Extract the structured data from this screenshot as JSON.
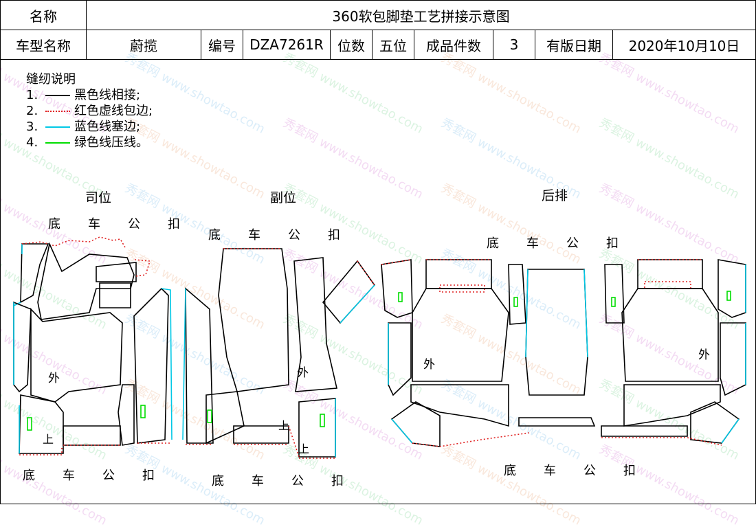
{
  "header": {
    "name_label": "名称",
    "title": "360软包脚垫工艺拼接示意图",
    "model_label": "车型名称",
    "model_value": "蔚揽",
    "code_label": "编号",
    "code_value": "DZA7261R",
    "seats_label": "位数",
    "seats_value": "五位",
    "pieces_label": "成品件数",
    "pieces_value": "3",
    "date_label": "有版日期",
    "date_value": "2020年10月10日"
  },
  "legend": {
    "title": "缝纫说明",
    "items": [
      {
        "num": "1.",
        "text": "黑色线相接;",
        "color": "#000000",
        "style": "solid"
      },
      {
        "num": "2.",
        "text": "红色虚线包边;",
        "color": "#e02020",
        "style": "dotted"
      },
      {
        "num": "3.",
        "text": "蓝色线塞边;",
        "color": "#00c8e6",
        "style": "solid"
      },
      {
        "num": "4.",
        "text": "绿色线压线。",
        "color": "#00dd00",
        "style": "solid"
      }
    ]
  },
  "sections": {
    "driver": "司位",
    "passenger": "副位",
    "rear": "后排"
  },
  "buckle_text": [
    "底",
    "车",
    "公",
    "扣"
  ],
  "marks": {
    "outer": "外",
    "up": "上"
  },
  "watermark": {
    "brand": "秀套网",
    "url": "www.showtao.com"
  },
  "colors": {
    "black": "#000000",
    "red": "#e02020",
    "cyan": "#00c8e6",
    "green": "#00dd00"
  }
}
